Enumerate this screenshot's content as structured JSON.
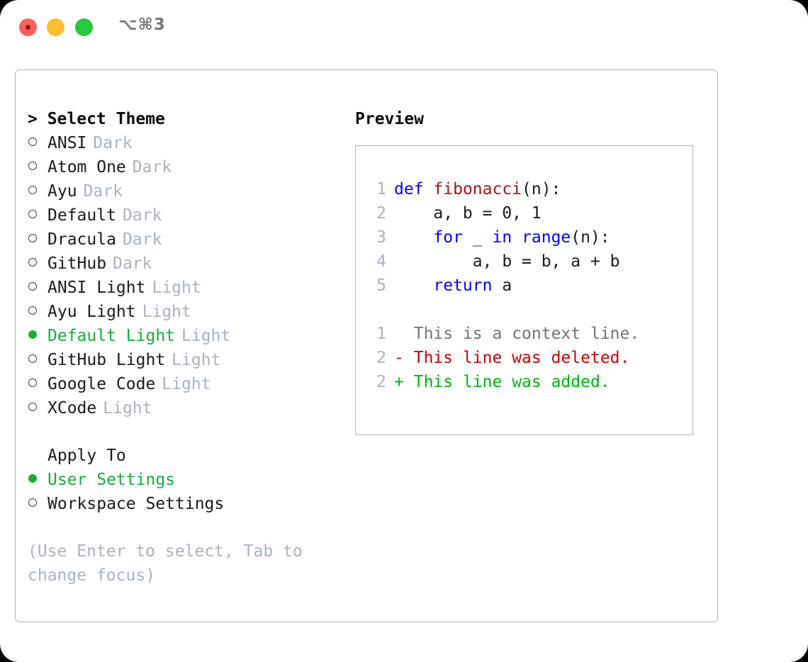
{
  "window": {
    "title": "⌥⌘3",
    "controls": [
      {
        "name": "close",
        "color": "#fb6158"
      },
      {
        "name": "minimize",
        "color": "#fbbe2e"
      },
      {
        "name": "maximize",
        "color": "#27c93f"
      }
    ]
  },
  "theme_picker": {
    "heading": "> Select Theme",
    "items": [
      {
        "label": "ANSI",
        "tag": "Dark",
        "selected": false
      },
      {
        "label": "Atom One",
        "tag": "Dark",
        "selected": false
      },
      {
        "label": "Ayu",
        "tag": "Dark",
        "selected": false
      },
      {
        "label": "Default",
        "tag": "Dark",
        "selected": false
      },
      {
        "label": "Dracula",
        "tag": "Dark",
        "selected": false
      },
      {
        "label": "GitHub",
        "tag": "Dark",
        "selected": false
      },
      {
        "label": "ANSI Light",
        "tag": "Light",
        "selected": false
      },
      {
        "label": "Ayu Light",
        "tag": "Light",
        "selected": false
      },
      {
        "label": "Default Light",
        "tag": "Light",
        "selected": true
      },
      {
        "label": "GitHub Light",
        "tag": "Light",
        "selected": false
      },
      {
        "label": "Google Code",
        "tag": "Light",
        "selected": false
      },
      {
        "label": "XCode",
        "tag": "Light",
        "selected": false
      }
    ]
  },
  "apply_to": {
    "heading": "Apply To",
    "items": [
      {
        "label": "User Settings",
        "selected": true
      },
      {
        "label": "Workspace Settings",
        "selected": false
      }
    ]
  },
  "hint": "(Use Enter to select, Tab to change focus)",
  "preview": {
    "title": "Preview",
    "code_lines": [
      {
        "num": "1",
        "tokens": [
          {
            "text": "def ",
            "kind": "keyword"
          },
          {
            "text": "fibonacci",
            "kind": "function"
          },
          {
            "text": "(n):",
            "kind": "plain"
          }
        ]
      },
      {
        "num": "2",
        "tokens": [
          {
            "text": "    a, b = 0, 1",
            "kind": "plain"
          }
        ]
      },
      {
        "num": "3",
        "tokens": [
          {
            "text": "    ",
            "kind": "plain"
          },
          {
            "text": "for",
            "kind": "keyword"
          },
          {
            "text": " _ ",
            "kind": "plain"
          },
          {
            "text": "in range",
            "kind": "keyword"
          },
          {
            "text": "(n):",
            "kind": "plain"
          }
        ]
      },
      {
        "num": "4",
        "tokens": [
          {
            "text": "        a, b = b, a + b",
            "kind": "plain"
          }
        ]
      },
      {
        "num": "5",
        "tokens": [
          {
            "text": "    ",
            "kind": "plain"
          },
          {
            "text": "return",
            "kind": "keyword"
          },
          {
            "text": " a",
            "kind": "plain"
          }
        ]
      }
    ],
    "diff_lines": [
      {
        "num": "1",
        "sign": " ",
        "text": "This is a context line.",
        "kind": "context"
      },
      {
        "num": "2",
        "sign": "-",
        "text": "This line was deleted.",
        "kind": "deleted"
      },
      {
        "num": "2",
        "sign": "+",
        "text": "This line was added.",
        "kind": "added"
      }
    ]
  },
  "colors": {
    "accent_green": "#18ab3e",
    "muted": "#a9b2bf",
    "keyword_blue": "#0000ff",
    "function_red": "#a31515",
    "diff_deleted": "#cc0000",
    "diff_added": "#00b511",
    "border": "#a9b2bf",
    "text": "#1a1a1a"
  }
}
